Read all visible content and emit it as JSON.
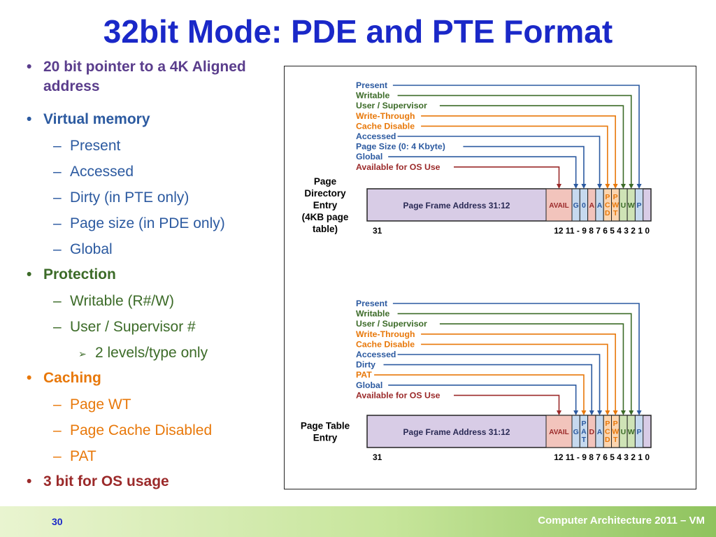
{
  "slide": {
    "title": "32bit Mode: PDE and PTE Format",
    "page_number": "30",
    "footer_text": "Computer Architecture 2011 – VM"
  },
  "bullets": {
    "b1": "20 bit pointer to a 4K Aligned address",
    "b2": "Virtual memory",
    "b2_items": [
      "Present",
      "Accessed",
      "Dirty (in PTE only)",
      "Page size (in PDE only)",
      "Global"
    ],
    "b3": "Protection",
    "b3_items": [
      "Writable (R#/W)",
      "User / Supervisor #"
    ],
    "b3_sub": "2 levels/type only",
    "b4": "Caching",
    "b4_items": [
      "Page WT",
      "Page Cache Disabled",
      "PAT"
    ],
    "b5": "3 bit for OS usage"
  },
  "pde": {
    "caption": [
      "Page",
      "Directory",
      "Entry",
      "(4KB page",
      "table)"
    ],
    "labels": [
      "Present",
      "Writable",
      "User / Supervisor",
      "Write-Through",
      "Cache Disable",
      "Accessed",
      "Page Size (0: 4 Kbyte)",
      "Global",
      "Available for OS Use"
    ],
    "frame": "Page Frame Address 31:12",
    "fields": [
      "AVAIL",
      "G",
      "0",
      "A",
      "A",
      "P\nC\nD",
      "P\nW\nT",
      "U",
      "W",
      "P"
    ],
    "bits_left": "31",
    "bits_right": "12 11 - 9 8 7 6 5 4 3 2 1 0"
  },
  "pte": {
    "caption": [
      "Page Table",
      "Entry"
    ],
    "labels": [
      "Present",
      "Writable",
      "User / Supervisor",
      "Write-Through",
      "Cache Disable",
      "Accessed",
      "Dirty",
      "PAT",
      "Global",
      "Available for OS Use"
    ],
    "frame": "Page Frame Address 31:12",
    "fields": [
      "AVAIL",
      "G",
      "P\nA\nT",
      "D",
      "A",
      "P\nC\nD",
      "P\nW\nT",
      "U",
      "W",
      "P"
    ],
    "bits_left": "31",
    "bits_right": "12 11 - 9 8 7 6 5 4 3 2 1 0"
  },
  "colors": {
    "title": "#1a28c8",
    "purple": "#5a3d8c",
    "blue": "#2c5aa0",
    "green": "#3c6b28",
    "orange": "#e8780a",
    "red": "#9b2a2a",
    "frame_fill": "#d8cce6",
    "avail_fill": "#f2c4bc",
    "blue_fill": "#c6d9ee",
    "orange_fill": "#fbd5b0",
    "green_fill": "#cfe3b6"
  }
}
